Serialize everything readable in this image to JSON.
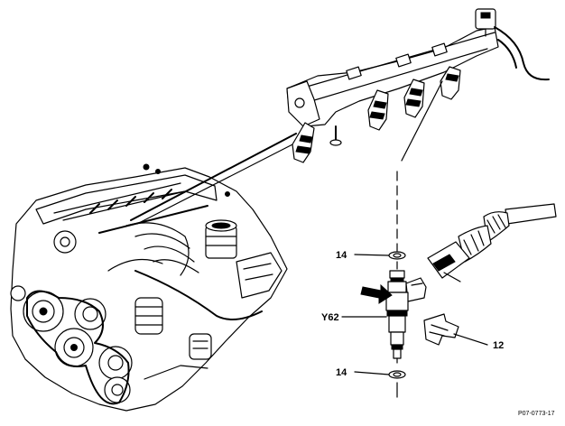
{
  "callouts": {
    "washer_top": "14",
    "washer_bottom": "14",
    "injector": "Y62",
    "clip": "12"
  },
  "figure_code": "P07-0773-17",
  "colors": {
    "ink": "#000000",
    "paper": "#ffffff",
    "shade": "#b8b8b8"
  }
}
